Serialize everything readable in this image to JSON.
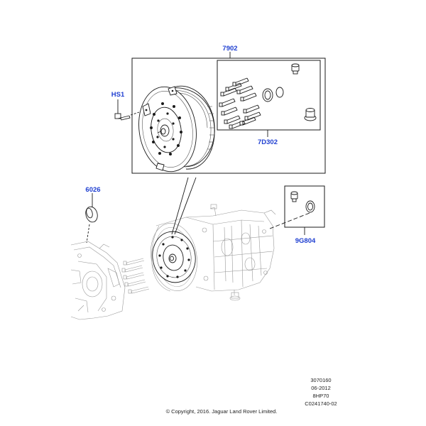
{
  "callouts": {
    "kit": "7902",
    "bolts": "7D302",
    "bolt_single": "HS1",
    "seal": "6026",
    "plug_kit": "9G804"
  },
  "footer": {
    "illustration_number": "3070160",
    "date": "06-2012",
    "model": "8HP70",
    "catalogue_ref": "C0241740-02",
    "copyright": "© Copyright, 2016. Jaguar Land Rover Limited."
  }
}
